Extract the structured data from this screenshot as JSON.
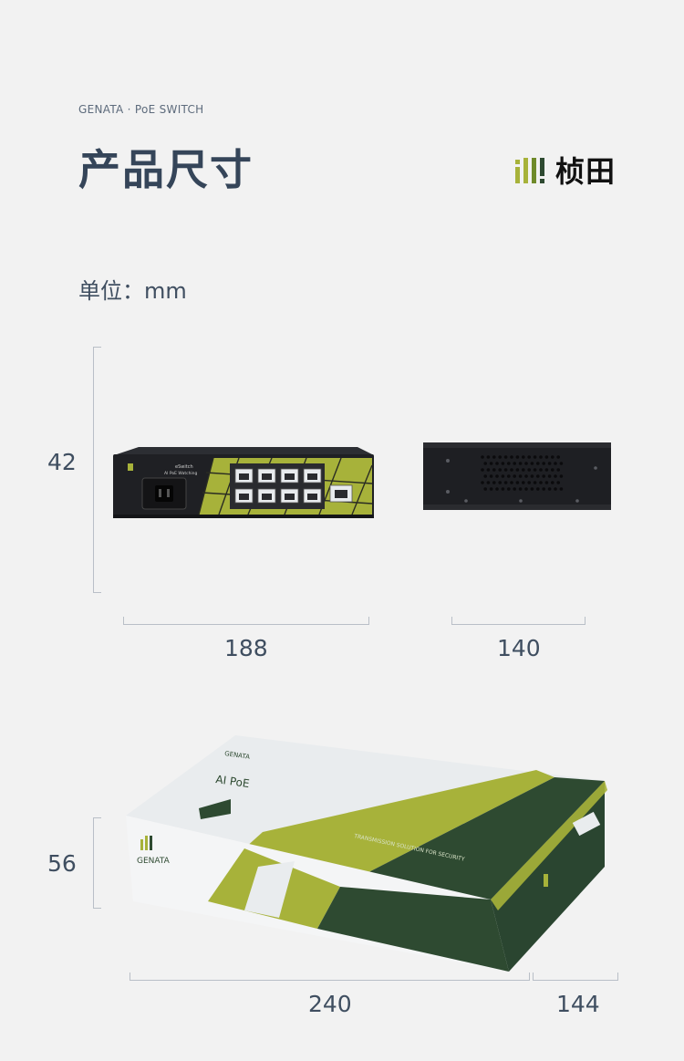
{
  "header": {
    "eyebrow": "GENATA · PoE SWITCH",
    "title": "产品尺寸",
    "brand_logo_text": "桢田"
  },
  "unit_label": "单位：mm",
  "switch_dimensions": {
    "height": "42",
    "front_width": "188",
    "side_depth": "140"
  },
  "switch_front_labels": {
    "model_line1": "eSwitch",
    "model_line2": "AI PoE Watching"
  },
  "box_dimensions": {
    "height": "56",
    "length": "240",
    "width": "144"
  },
  "box_labels": {
    "brand_top": "GENATA",
    "ai_poe": "AI PoE",
    "brand_side": "GENATA",
    "slogan": "TRANSMISSION SOLUTION FOR SECURITY"
  },
  "colors": {
    "accent_green": "#a7b23a",
    "dark_green": "#2e4a31",
    "title_color": "#354559",
    "background": "#f2f2f2"
  }
}
